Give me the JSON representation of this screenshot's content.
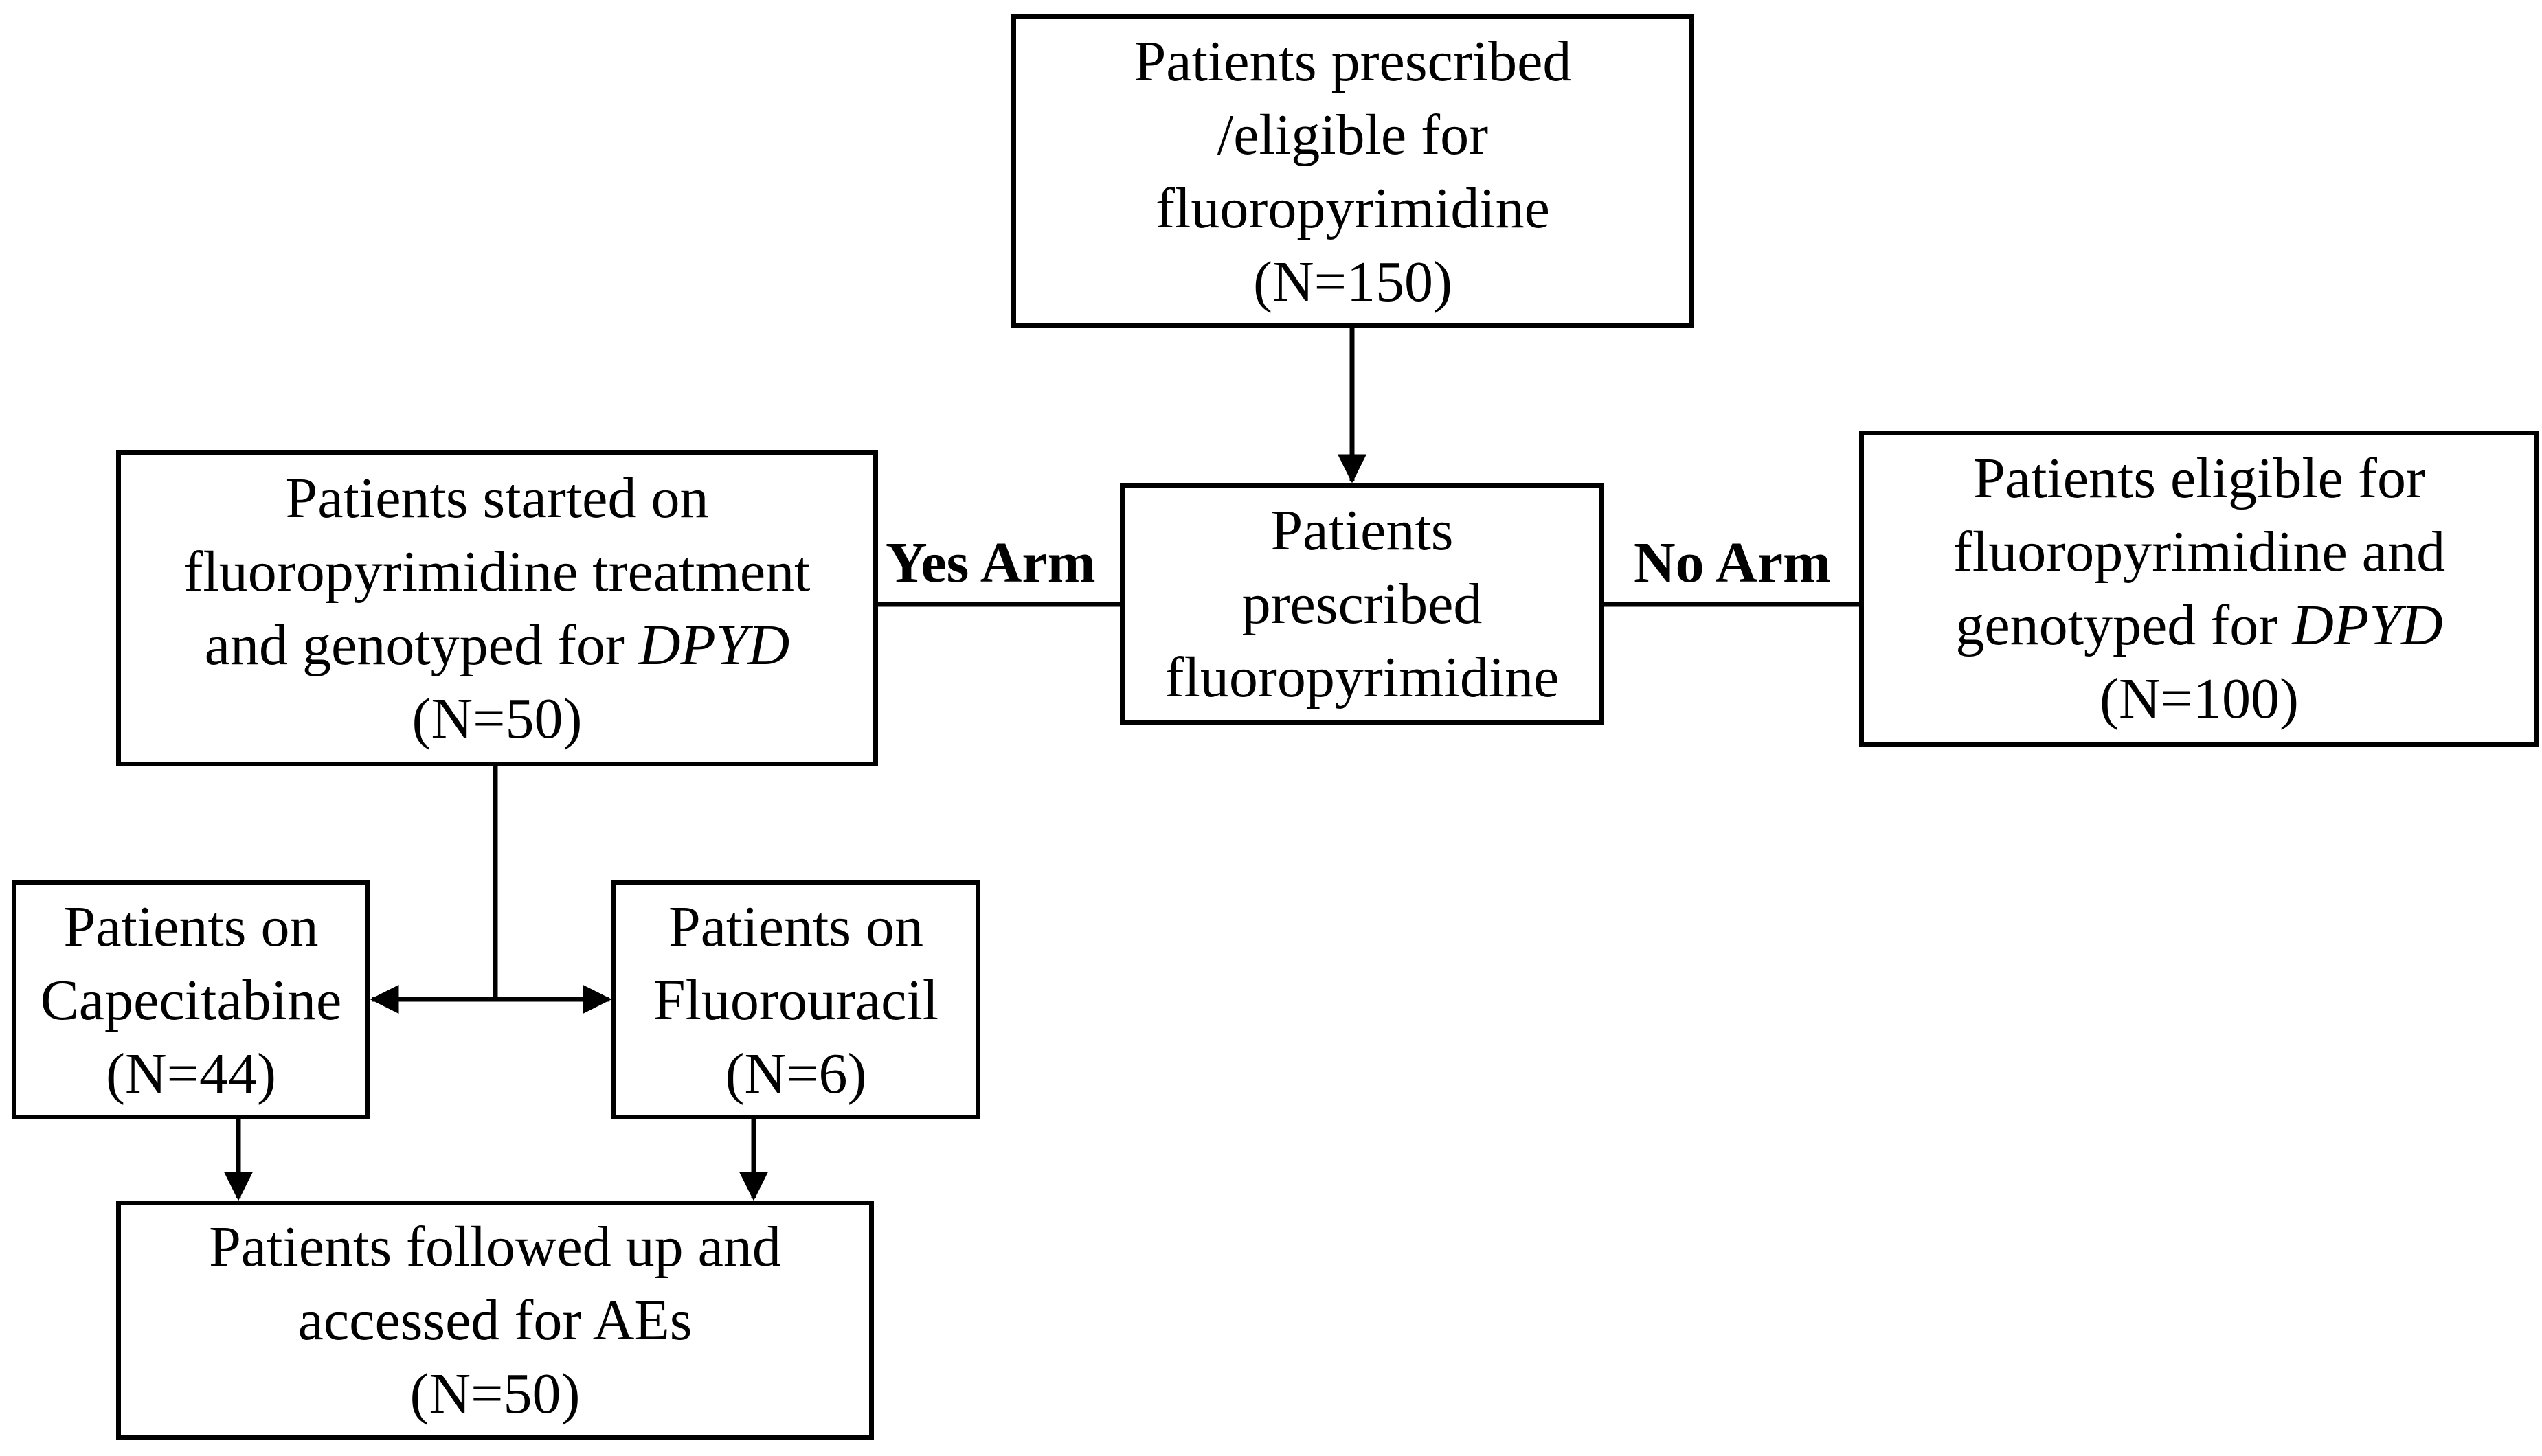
{
  "top": {
    "line1": "Patients prescribed",
    "line2": "/eligible for",
    "line3": "fluoropyrimidine",
    "count": "(N=150)"
  },
  "center": {
    "line1": "Patients",
    "line2": "prescribed",
    "line3": "fluoropyrimidine"
  },
  "yes_arm": {
    "label": "Yes Arm",
    "line1": "Patients started on",
    "line2": "fluoropyrimidine treatment",
    "line3_prefix": "and genotyped for ",
    "gene": "DPYD",
    "count": "(N=50)"
  },
  "no_arm": {
    "label": "No Arm",
    "line1": "Patients eligible for",
    "line2": "fluoropyrimidine and",
    "line3_prefix": "genotyped for ",
    "gene": "DPYD",
    "count": "(N=100)"
  },
  "capecitabine": {
    "line1": "Patients on",
    "line2": "Capecitabine",
    "count": "(N=44)"
  },
  "fluorouracil": {
    "line1": "Patients on",
    "line2": "Fluorouracil",
    "count": "(N=6)"
  },
  "followup": {
    "line1": "Patients followed up and",
    "line2": "accessed for AEs",
    "count": "(N=50)"
  }
}
